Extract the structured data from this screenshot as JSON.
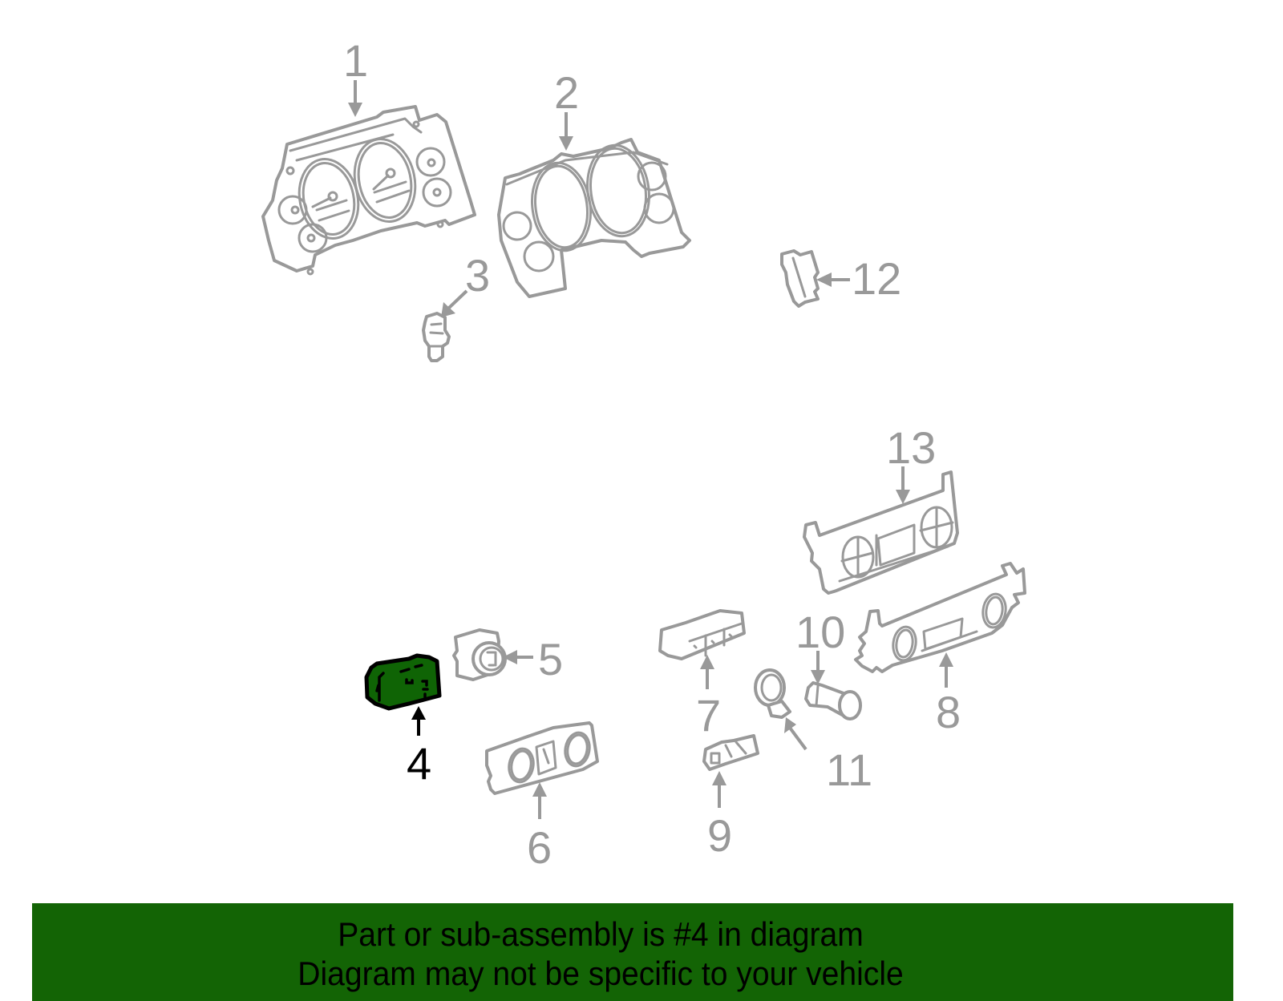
{
  "diagram": {
    "highlighted_part": "4",
    "highlight_color": "#0f6405",
    "line_color": "#999999",
    "callouts": [
      {
        "id": "1",
        "label": "1",
        "part": "instrument-cluster"
      },
      {
        "id": "2",
        "label": "2",
        "part": "cluster-lens-bezel"
      },
      {
        "id": "3",
        "label": "3",
        "part": "bulb-socket"
      },
      {
        "id": "4",
        "label": "4",
        "part": "switch-assembly",
        "highlighted": true
      },
      {
        "id": "5",
        "label": "5",
        "part": "headlamp-switch"
      },
      {
        "id": "6",
        "label": "6",
        "part": "switch-panel"
      },
      {
        "id": "7",
        "label": "7",
        "part": "multi-switch"
      },
      {
        "id": "8",
        "label": "8",
        "part": "climate-control-panel"
      },
      {
        "id": "9",
        "label": "9",
        "part": "small-switch"
      },
      {
        "id": "10",
        "label": "10",
        "part": "sensor"
      },
      {
        "id": "11",
        "label": "11",
        "part": "ring-bracket"
      },
      {
        "id": "12",
        "label": "12",
        "part": "connector"
      },
      {
        "id": "13",
        "label": "13",
        "part": "control-bezel"
      }
    ]
  },
  "banner": {
    "line1": "Part or sub-assembly is #4 in diagram",
    "line2": "Diagram may not be specific to your vehicle",
    "background": "#136405"
  }
}
